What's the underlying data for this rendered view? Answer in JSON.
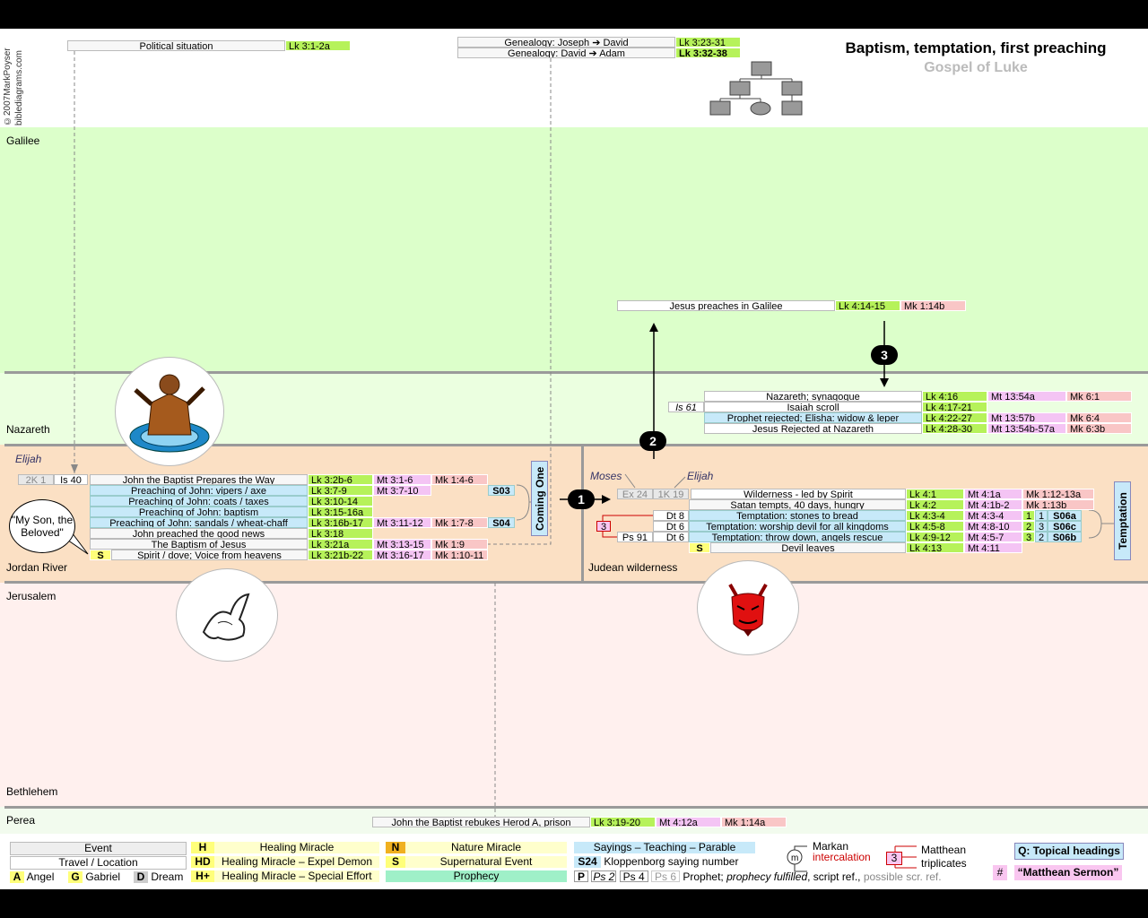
{
  "header": {
    "title": "Baptism, temptation, first preaching",
    "subtitle": "Gospel of Luke",
    "copyright_1": "©2007MarkPoyser",
    "copyright_2": "biblediagrams.com"
  },
  "top_items": {
    "political": {
      "label": "Political situation",
      "lk": "Lk 3:1-2a"
    },
    "genealogy1": {
      "label": "Genealogy: Joseph ➔ David",
      "lk": "Lk 3:23-31"
    },
    "genealogy2": {
      "label": "Genealogy:   David ➔ Adam",
      "lk": "Lk 3:32-38"
    }
  },
  "regions": {
    "galilee": "Galilee",
    "nazareth": "Nazareth",
    "jordan": "Jordan River",
    "judean": "Judean wilderness",
    "jerusalem": "Jerusalem",
    "bethlehem": "Bethlehem",
    "perea": "Perea"
  },
  "galilee_event": {
    "label": "Jesus preaches in Galilee",
    "lk": "Lk 4:14-15",
    "mk": "Mk 1:14b"
  },
  "nazareth": {
    "is61": "Is 61",
    "rows": [
      {
        "label": "Nazareth; synagogue",
        "lk": "Lk 4:16",
        "mt": "Mt 13:54a",
        "mk": "Mk 6:1"
      },
      {
        "label": "Isaiah scroll",
        "lk": "Lk 4:17-21",
        "mt": "",
        "mk": ""
      },
      {
        "label": "Prophet rejected; Elisha: widow & leper",
        "lk": "Lk 4:22-27",
        "mt": "Mt 13:57b",
        "mk": "Mk 6:4"
      },
      {
        "label": "Jesus Rejected at Nazareth",
        "lk": "Lk 4:28-30",
        "mt": "Mt 13:54b-57a",
        "mk": "Mk 6:3b"
      }
    ]
  },
  "jordan": {
    "elijah": "Elijah",
    "ref1": "2K 1",
    "ref2": "Is 40",
    "speech": "\"My Son, the Beloved\"",
    "rows": [
      {
        "label": "John the Baptist Prepares the Way",
        "lk": "Lk 3:2b-6",
        "mt": "Mt 3:1-6",
        "mk": "Mk 1:4-6",
        "s": ""
      },
      {
        "label": "Preaching of John: vipers / axe",
        "lk": "Lk 3:7-9",
        "mt": "Mt 3:7-10",
        "mk": "",
        "s": "S03"
      },
      {
        "label": "Preaching of John: coats / taxes",
        "lk": "Lk 3:10-14",
        "mt": "",
        "mk": "",
        "s": ""
      },
      {
        "label": "Preaching of John: baptism",
        "lk": "Lk 3:15-16a",
        "mt": "",
        "mk": "",
        "s": ""
      },
      {
        "label": "Preaching of John: sandals / wheat-chaff",
        "lk": "Lk 3:16b-17",
        "mt": "Mt 3:11-12",
        "mk": "Mk 1:7-8",
        "s": "S04"
      },
      {
        "label": "John preached the good news",
        "lk": "Lk 3:18",
        "mt": "",
        "mk": "",
        "s": ""
      },
      {
        "label": "The Baptism of Jesus",
        "lk": "Lk 3:21a",
        "mt": "Mt 3:13-15",
        "mk": "Mk 1:9",
        "s": ""
      },
      {
        "label": "Spirit / dove; Voice from heavens",
        "lk": "Lk 3:21b-22",
        "mt": "Mt 3:16-17",
        "mk": "Mk 1:10-11",
        "s": ""
      }
    ],
    "s_marker": "S",
    "coming_one": "Coming One"
  },
  "judean": {
    "moses": "Moses",
    "elijah": "Elijah",
    "ex24": "Ex 24",
    "k19": "1K 19",
    "triplicate": "3",
    "ps91": "Ps 91",
    "rows": [
      {
        "pre": "",
        "ref": "",
        "label": "Wilderness - led by Spirit",
        "lk": "Lk 4:1",
        "mt": "Mt 4:1a",
        "mk": "Mk 1:12-13a",
        "n1": "",
        "n2": "",
        "s": ""
      },
      {
        "pre": "",
        "ref": "",
        "label": "Satan tempts, 40 days, hungry",
        "lk": "Lk 4:2",
        "mt": "Mt 4:1b-2",
        "mk": "Mk 1:13b",
        "n1": "",
        "n2": "",
        "s": ""
      },
      {
        "pre": "",
        "ref": "Dt 8",
        "label": "Temptation: stones to bread",
        "lk": "Lk 4:3-4",
        "mt": "Mt 4:3-4",
        "mk": "",
        "n1": "1",
        "n2": "1",
        "s": "S06a"
      },
      {
        "pre": "",
        "ref": "Dt 6",
        "label": "Temptation: worship devil for all kingdoms",
        "lk": "Lk 4:5-8",
        "mt": "Mt 4:8-10",
        "mk": "",
        "n1": "2",
        "n2": "3",
        "s": "S06c"
      },
      {
        "pre": "Ps 91",
        "ref": "Dt 6",
        "label": "Temptation: throw down, angels rescue",
        "lk": "Lk 4:9-12",
        "mt": "Mt 4:5-7",
        "mk": "",
        "n1": "3",
        "n2": "2",
        "s": "S06b"
      },
      {
        "pre": "",
        "ref": "",
        "label": "Devil leaves",
        "lk": "Lk 4:13",
        "mt": "Mt 4:11",
        "mk": "",
        "n1": "",
        "n2": "",
        "s": ""
      }
    ],
    "s_marker": "S",
    "temptation": "Temptation"
  },
  "badges": {
    "b1": "1",
    "b2": "2",
    "b3": "3"
  },
  "perea_event": {
    "label": "John the Baptist rebukes Herod A, prison",
    "lk": "Lk 3:19-20",
    "mt": "Mt 4:12a",
    "mk": "Mk 1:14a"
  },
  "legend": {
    "event": "Event",
    "travel": "Travel / Location",
    "angel_code": "A",
    "angel": "Angel",
    "gabriel_code": "G",
    "gabriel": "Gabriel",
    "dream_code": "D",
    "dream": "Dream",
    "h_code": "H",
    "h": "Healing Miracle",
    "hd_code": "HD",
    "hd": "Healing Miracle – Expel Demon",
    "hp_code": "H+",
    "hp": "Healing Miracle – Special Effort",
    "n_code": "N",
    "n": "Nature Miracle",
    "s_code": "S",
    "s": "Supernatural Event",
    "prophecy": "Prophecy",
    "sayings": "Sayings – Teaching – Parable",
    "s24_code": "S24",
    "s24": "Kloppenborg saying number",
    "p_code": "P",
    "ps2": "Ps 2",
    "ps4": "Ps 4",
    "ps6": "Ps 6",
    "prophet_text1": "Prophet; ",
    "prophet_text2": "prophecy fulfilled",
    "prophet_text3": ", script ref., ",
    "prophet_text4": "possible scr. ref.",
    "markan_1": "Markan",
    "markan_2": "intercalation",
    "matthean_code": "3",
    "matthean_1": "Matthean",
    "matthean_2": "triplicates",
    "topical": "Q: Topical headings",
    "sermon_code": "#",
    "sermon": "“Matthean Sermon”"
  },
  "colors": {
    "galilee": "#dcffca",
    "nazareth": "#ebffe0",
    "jordan": "#fbe0c4",
    "jerusalem": "#fff0ee",
    "perea": "#f2fbee",
    "luke": "#b6f25a",
    "matthew": "#f4c4f4",
    "mark": "#f9c6c6"
  }
}
